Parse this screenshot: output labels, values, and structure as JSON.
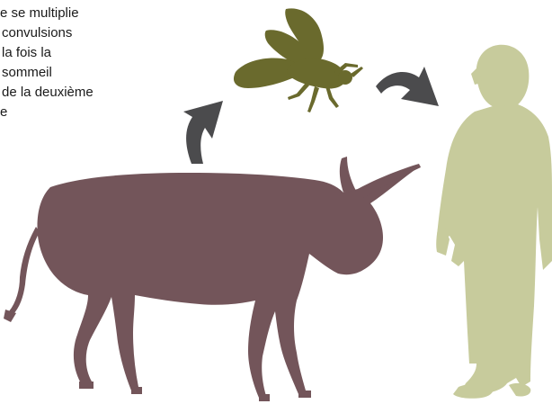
{
  "caption": {
    "lines": [
      "e se multiplie",
      "convulsions",
      "la fois la",
      "sommeil",
      "de la deuxième",
      "e"
    ]
  },
  "colors": {
    "cow": "#73555a",
    "fly": "#6a6a2d",
    "human": "#c7cb9c",
    "arrow": "#4b4b4d",
    "text": "#1a1a1a"
  },
  "icons": [
    "cow-silhouette",
    "tsetse-fly-icon",
    "person-silhouette",
    "curved-arrow-icon"
  ]
}
